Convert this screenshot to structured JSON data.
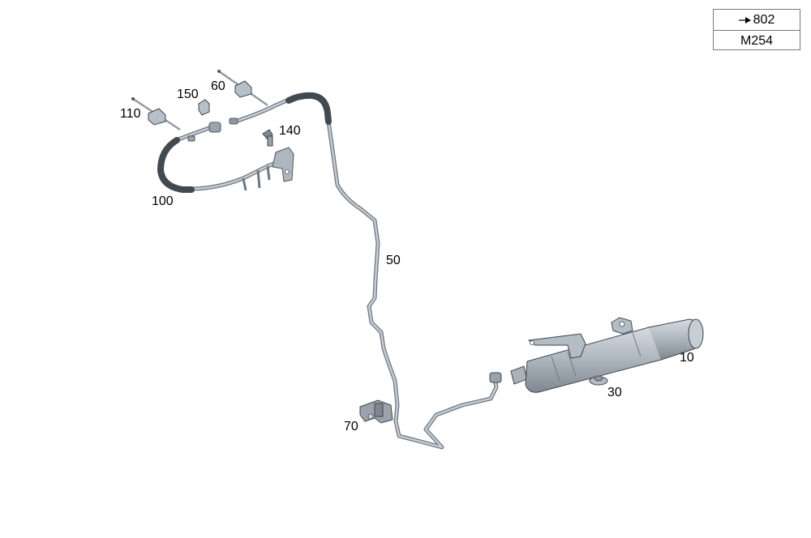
{
  "reference_box": {
    "ref_number": "802",
    "ref_arrow_icon": "arrow-right-icon",
    "model": "M254"
  },
  "callouts": {
    "p110": "110",
    "p150": "150",
    "p60": "60",
    "p140": "140",
    "p100": "100",
    "p50": "50",
    "p10": "10",
    "p30": "30",
    "p70": "70"
  },
  "colors": {
    "line_part": "#9aa4ad",
    "line_dark": "#4d5660",
    "cylinder_body": "#b4bcc4",
    "cylinder_shade": "#8f98a1",
    "text": "#000000",
    "border": "#7a7a7a"
  }
}
